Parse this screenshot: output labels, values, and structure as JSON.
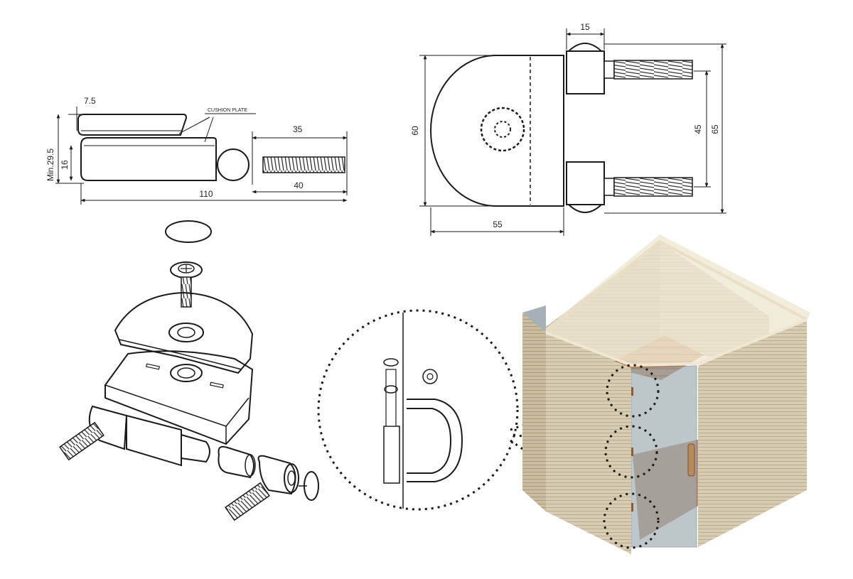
{
  "side_view": {
    "dims": {
      "screw_length": "35",
      "cushion_gap": "7.5",
      "min_thickness": "Min.29.5",
      "body_height": "16",
      "total_length": "110",
      "thread_length": "40"
    },
    "callout": "CUSHION PLATE"
  },
  "front_view": {
    "dims": {
      "hinge_width": "15",
      "height": "60",
      "bolt_spacing": "45",
      "overall_height": "65",
      "width": "55"
    }
  },
  "colors": {
    "line": "#1a1a1a",
    "wall": "#d8cdb3",
    "wood": "#c48a5a",
    "glass": "#8e9ea4",
    "hinge": "#8a5a3c"
  }
}
